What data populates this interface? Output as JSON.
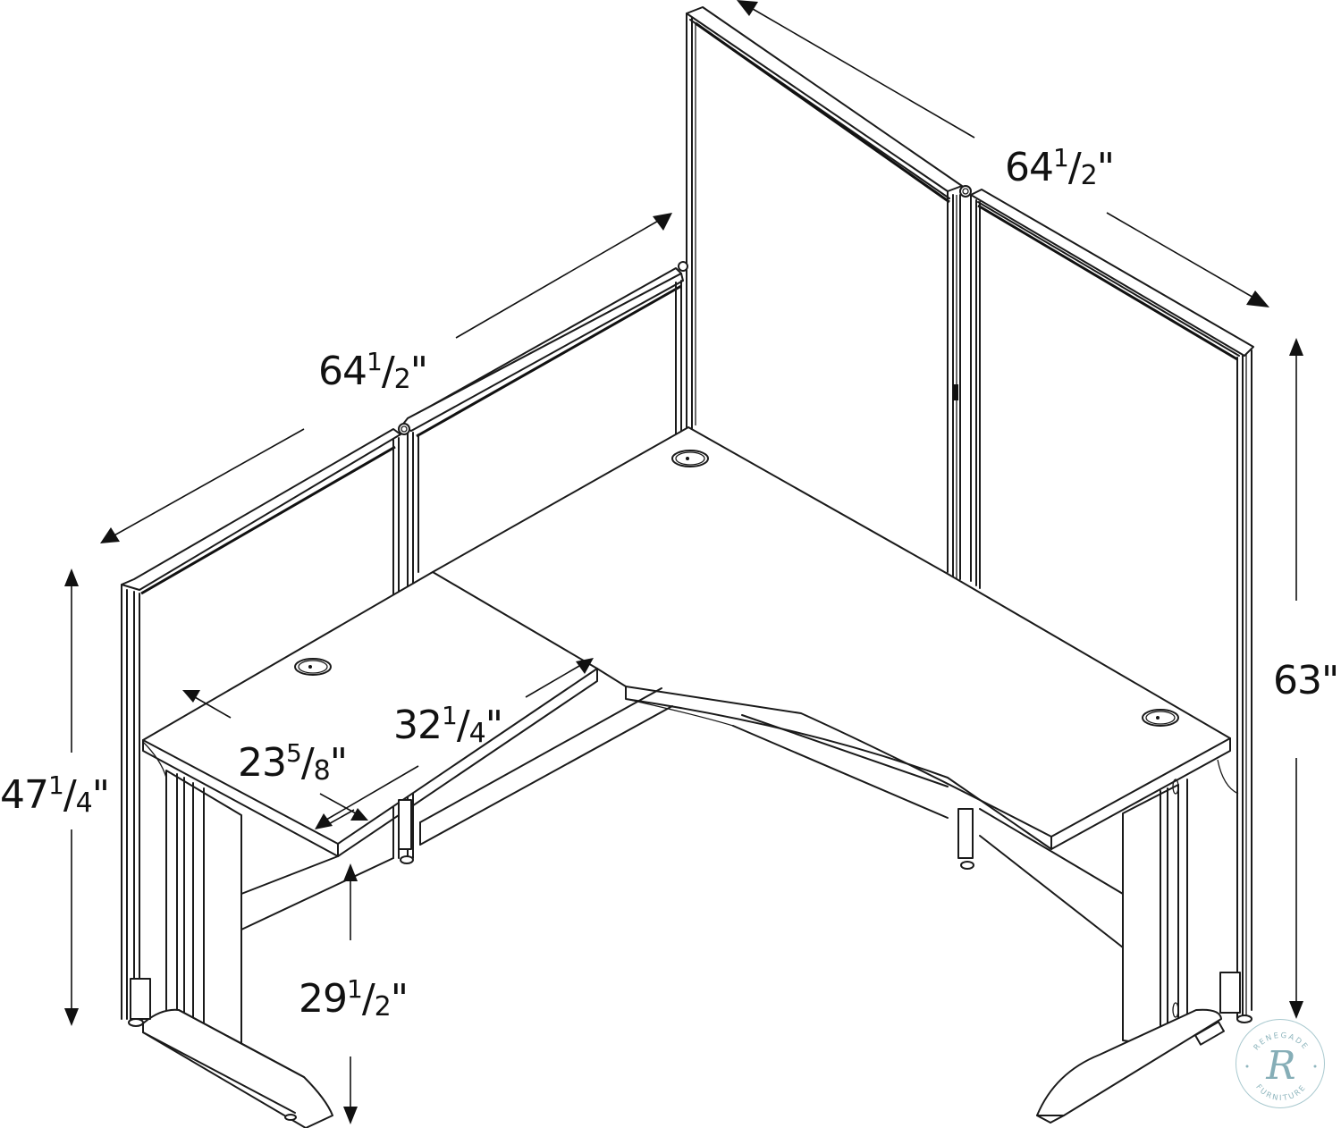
{
  "diagram": {
    "subject": "L-shaped desk workstation with privacy panels",
    "line_color": "#1a1a1a",
    "background": "#ffffff"
  },
  "dimensions": {
    "top_right_width": {
      "whole": "64",
      "num": "1",
      "den": "2",
      "unit": "\""
    },
    "top_left_width": {
      "whole": "64",
      "num": "1",
      "den": "2",
      "unit": "\""
    },
    "tall_panel_height": {
      "whole": "63",
      "num": "",
      "den": "",
      "unit": "\""
    },
    "short_panel_height": {
      "whole": "47",
      "num": "1",
      "den": "4",
      "unit": "\""
    },
    "return_length": {
      "whole": "32",
      "num": "1",
      "den": "4",
      "unit": "\""
    },
    "desk_depth": {
      "whole": "23",
      "num": "5",
      "den": "8",
      "unit": "\""
    },
    "desk_height": {
      "whole": "29",
      "num": "1",
      "den": "2",
      "unit": "\""
    }
  },
  "watermark": {
    "top_text": "RENEGADE",
    "bottom_text": "FURNITURE",
    "monogram": "R",
    "color": "#8fb6be"
  }
}
